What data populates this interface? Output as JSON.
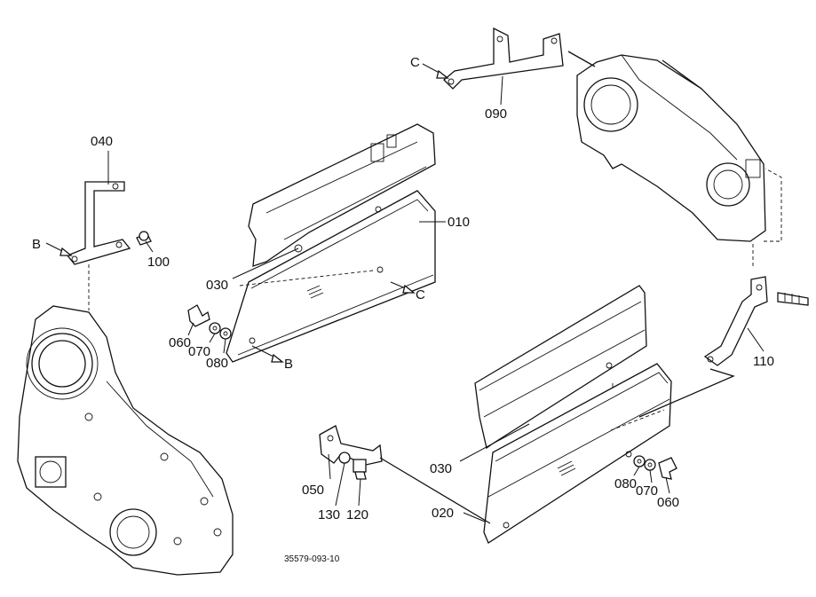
{
  "figure": {
    "reference_code": "35579-093-10"
  },
  "callouts": [
    {
      "id": "c040",
      "text": "040"
    },
    {
      "id": "c100",
      "text": "100"
    },
    {
      "id": "cB1",
      "text": "B"
    },
    {
      "id": "c030a",
      "text": "030"
    },
    {
      "id": "c010",
      "text": "010"
    },
    {
      "id": "cCa",
      "text": "C"
    },
    {
      "id": "c060a",
      "text": "060"
    },
    {
      "id": "c070a",
      "text": "070"
    },
    {
      "id": "c080a",
      "text": "080"
    },
    {
      "id": "cB2",
      "text": "B"
    },
    {
      "id": "cCb",
      "text": "C"
    },
    {
      "id": "c090",
      "text": "090"
    },
    {
      "id": "c110",
      "text": "110"
    },
    {
      "id": "c030b",
      "text": "030"
    },
    {
      "id": "c080b",
      "text": "080"
    },
    {
      "id": "c070b",
      "text": "070"
    },
    {
      "id": "c060b",
      "text": "060"
    },
    {
      "id": "c050",
      "text": "050"
    },
    {
      "id": "c130",
      "text": "130"
    },
    {
      "id": "c120",
      "text": "120"
    },
    {
      "id": "c020",
      "text": "020"
    }
  ]
}
